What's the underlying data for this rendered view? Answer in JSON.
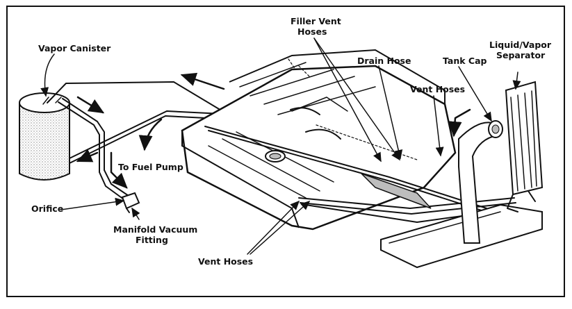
{
  "labels": {
    "vapor_canister": "Vapor Canister",
    "filler_vent_hoses_1": "Filler Vent",
    "filler_vent_hoses_2": "Hoses",
    "drain_hose": "Drain Hose",
    "tank_cap": "Tank Cap",
    "separator_1": "Liquid/Vapor",
    "separator_2": "Separator",
    "vent_hoses_top": "Vent Hoses",
    "to_fuel_pump": "To Fuel Pump",
    "orifice": "Orifice",
    "manifold_1": "Manifold Vacuum",
    "manifold_2": "Fitting",
    "vent_hoses_bottom": "Vent Hoses"
  },
  "colors": {
    "ink": "#111111",
    "paper": "#ffffff",
    "shade": "#bdbdbd"
  }
}
